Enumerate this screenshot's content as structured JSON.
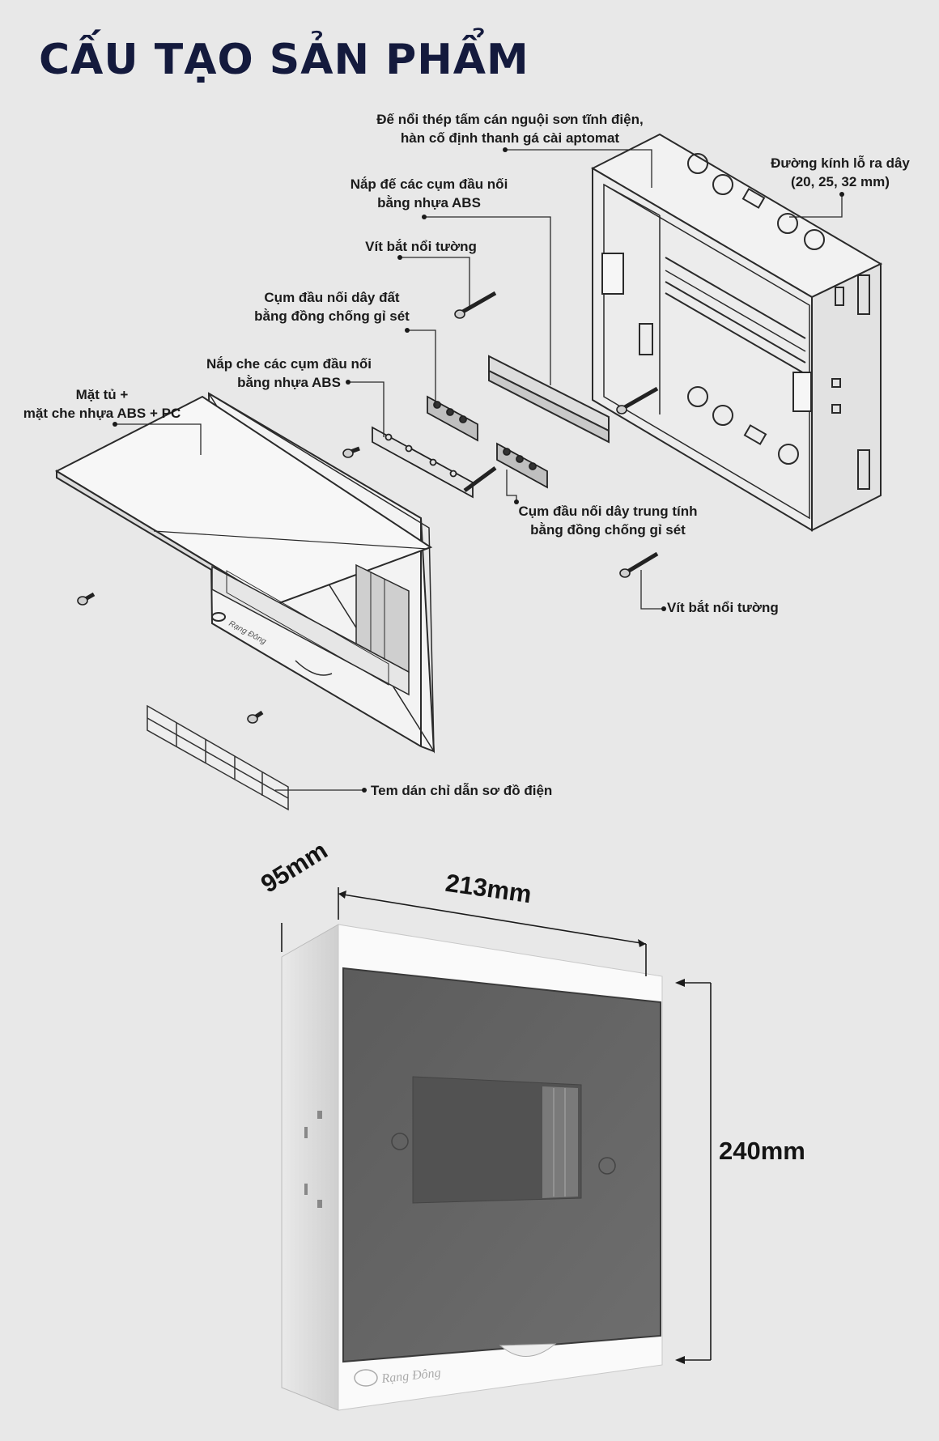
{
  "title": "CẤU TẠO SẢN PHẨM",
  "labels": {
    "base_plate": [
      "Đế nổi thép tấm cán nguội sơn tĩnh điện,",
      "hàn cố định thanh gá cài aptomat"
    ],
    "hole_diameter": [
      "Đường kính lỗ ra dây",
      "(20, 25, 32 mm)"
    ],
    "terminal_base_cover": [
      "Nắp đế các cụm đầu nối",
      "bằng nhựa ABS"
    ],
    "wall_screw_top": "Vít bắt nổi tường",
    "earth_terminal": [
      "Cụm đầu nối dây đất",
      "bằng đồng chống gỉ sét"
    ],
    "terminal_cover": [
      "Nắp che các cụm đầu nối",
      "bằng nhựa ABS"
    ],
    "front_panel": [
      "Mặt tủ +",
      "mặt che nhựa ABS + PC"
    ],
    "neutral_terminal": [
      "Cụm đầu nối dây trung tính",
      "bằng đồng chống gỉ sét"
    ],
    "wall_screw_bottom": "Vít bắt nổi tường",
    "label_sticker": "Tem dán chỉ dẫn sơ đồ điện"
  },
  "dimensions": {
    "depth": "95mm",
    "width": "213mm",
    "height": "240mm"
  },
  "brand": "Rạng Đông",
  "colors": {
    "title": "#141a3d",
    "background": "#e8e8e8",
    "line": "#2a2a2a"
  }
}
